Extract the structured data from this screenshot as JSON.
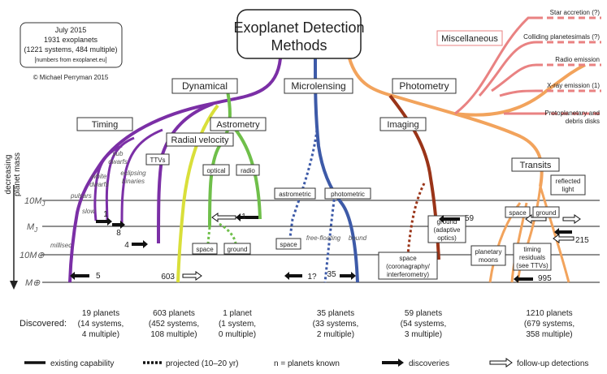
{
  "title": [
    "Exoplanet Detection",
    "Methods"
  ],
  "info": {
    "lines": [
      "July 2015",
      "1931 exoplanets",
      "(1221 systems, 484 multiple)"
    ],
    "source": "[numbers from exoplanet.eu]",
    "credit": "© Michael Perryman 2015"
  },
  "categories": {
    "dynamical": "Dynamical",
    "microlensing": "Microlensing",
    "photometry": "Photometry",
    "miscellaneous": "Miscellaneous"
  },
  "methods": {
    "timing": "Timing",
    "radial_velocity": "Radial velocity",
    "astrometry": "Astrometry",
    "imaging": "Imaging",
    "transits": "Transits",
    "ttvs": "TTVs",
    "optical": "optical",
    "radio": "radio",
    "astrometric": "astrometric",
    "photometric": "photometric",
    "space": "space",
    "ground": "ground",
    "reflected_light": [
      "reflected",
      "light"
    ],
    "planetary_moons": [
      "planetary",
      "moons"
    ],
    "timing_residuals": [
      "timing",
      "residuals",
      "(see TTVs)"
    ],
    "imaging_ground": [
      "ground",
      "(adaptive",
      "optics)"
    ],
    "imaging_space": [
      "space",
      "(coronagraphy/",
      "interferometry)"
    ]
  },
  "sublabels": {
    "pulsars": "pulsars",
    "slow": "slow",
    "millisec": "millisec",
    "white_dwarfs": [
      "white",
      "dwarfs"
    ],
    "sub_dwarfs": [
      "sub",
      "dwarfs"
    ],
    "eclipsing_binaries": [
      "eclipsing",
      "binaries"
    ],
    "free_floating": "free-floating",
    "bound": "bound"
  },
  "misc_items": [
    "Star accretion (?)",
    "Colliding planetesimals (?)",
    "Radio emission",
    "X-ray emission (1)",
    [
      "Protoplanetary and",
      "debris disks"
    ]
  ],
  "axis": {
    "label": [
      "decreasing",
      "planet mass"
    ],
    "mass_labels": [
      "10M",
      "M",
      "10M⊕",
      "M⊕"
    ],
    "jupiter_subscript": "J"
  },
  "counts": {
    "pulsar_slow": "1",
    "white_dwarfs": "8",
    "eclipsing_binaries": "4",
    "millisec": "5",
    "rv": "603",
    "astrometry_radio": "1",
    "microlensing_earth": "1?",
    "microlensing": "35",
    "imaging": "59",
    "transits_upper": "215",
    "transits_lower": "995"
  },
  "discovered": {
    "label": "Discovered:",
    "columns": [
      [
        "19 planets",
        "(14 systems,",
        "4 multiple)"
      ],
      [
        "603 planets",
        "(452 systems,",
        "108 multiple)"
      ],
      [
        "1 planet",
        "(1 system,",
        "0 multiple)"
      ],
      [
        "35 planets",
        "(33 systems,",
        "2 multiple)"
      ],
      [
        "59 planets",
        "(54 systems,",
        "3 multiple)"
      ],
      [
        "1210 planets",
        "(679 systems,",
        "358 multiple)"
      ]
    ]
  },
  "legend": {
    "existing": "existing capability",
    "projected": "projected (10–20 yr)",
    "n_known": "n = planets known",
    "discoveries": "discoveries",
    "followup": "follow-up detections"
  },
  "colors": {
    "dynamical": "#7b2fa6",
    "rv": "#d9df3a",
    "astrometry": "#6fbf4a",
    "microlensing": "#3d5aa8",
    "imaging": "#9a3418",
    "photometry": "#f2a35c",
    "misc": "#e98282"
  }
}
